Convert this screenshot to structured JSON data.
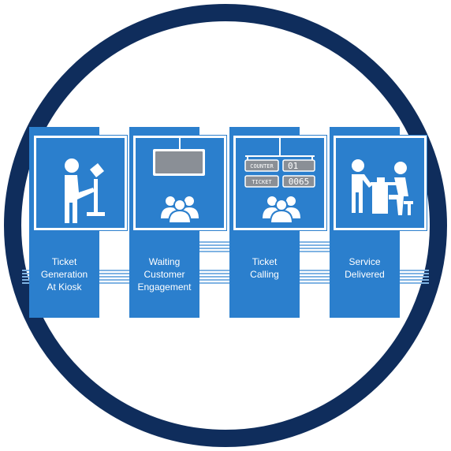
{
  "colors": {
    "ring": "#0f2d5c",
    "panel": "#2b7fcd",
    "band": "#7fb3e3",
    "icon": "#ffffff",
    "display": "#8a8f96"
  },
  "steps": [
    {
      "icon": "kiosk-user-icon",
      "label_lines": [
        "Ticket",
        "Generation",
        "At Kiosk"
      ]
    },
    {
      "icon": "waiting-customers-icon",
      "label_lines": [
        "Waiting",
        "Customer",
        "Engagement"
      ]
    },
    {
      "icon": "ticket-calling-display-icon",
      "label_lines": [
        "Ticket",
        "Calling"
      ],
      "display": {
        "counter_label": "COUNTER",
        "counter_value": "01",
        "ticket_label": "TICKET",
        "ticket_value": "0065"
      }
    },
    {
      "icon": "service-desk-icon",
      "label_lines": [
        "Service",
        "Delivered"
      ]
    }
  ]
}
